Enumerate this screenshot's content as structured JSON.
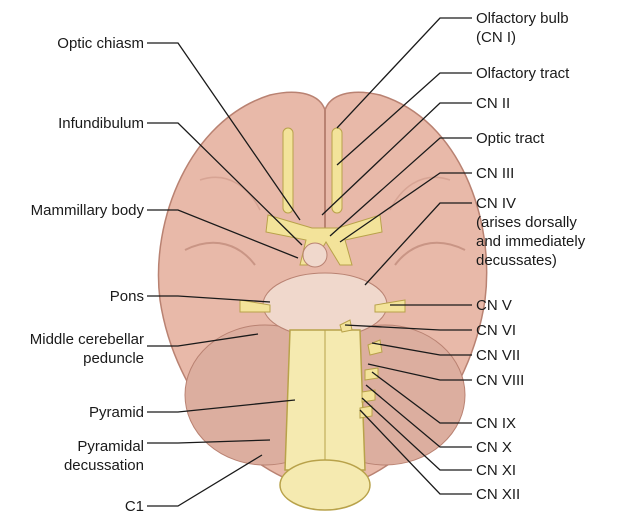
{
  "labels_left": [
    {
      "id": "optic-chiasm",
      "text": "Optic chiasm"
    },
    {
      "id": "infundibulum",
      "text": "Infundibulum"
    },
    {
      "id": "mammillary-body",
      "text": "Mammillary body"
    },
    {
      "id": "pons",
      "text": "Pons"
    },
    {
      "id": "middle-cerebellar-peduncle",
      "text": "Middle cerebellar\npeduncle"
    },
    {
      "id": "pyramid",
      "text": "Pyramid"
    },
    {
      "id": "pyramidal-decussation",
      "text": "Pyramidal\ndecussation"
    },
    {
      "id": "c1",
      "text": "C1"
    }
  ],
  "labels_right": [
    {
      "id": "olfactory-bulb",
      "text": "Olfactory bulb\n(CN I)"
    },
    {
      "id": "olfactory-tract",
      "text": "Olfactory tract"
    },
    {
      "id": "cn-ii",
      "text": "CN II"
    },
    {
      "id": "optic-tract",
      "text": "Optic tract"
    },
    {
      "id": "cn-iii",
      "text": "CN III"
    },
    {
      "id": "cn-iv",
      "text": "CN IV\n(arises dorsally\n and immediately\n decussates)"
    },
    {
      "id": "cn-v",
      "text": "CN V"
    },
    {
      "id": "cn-vi",
      "text": "CN VI"
    },
    {
      "id": "cn-vii",
      "text": "CN VII"
    },
    {
      "id": "cn-viii",
      "text": "CN VIII"
    },
    {
      "id": "cn-ix",
      "text": "CN IX"
    },
    {
      "id": "cn-x",
      "text": "CN X"
    },
    {
      "id": "cn-xi",
      "text": "CN XI"
    },
    {
      "id": "cn-xii",
      "text": "CN XII"
    }
  ],
  "colors": {
    "brain": "#e8b9a9",
    "brain_dark": "#b98272",
    "nerve": "#f3e39a",
    "nerve_edge": "#b8a24a",
    "brainstem": "#f5eab0",
    "line": "#1a1a1a"
  }
}
